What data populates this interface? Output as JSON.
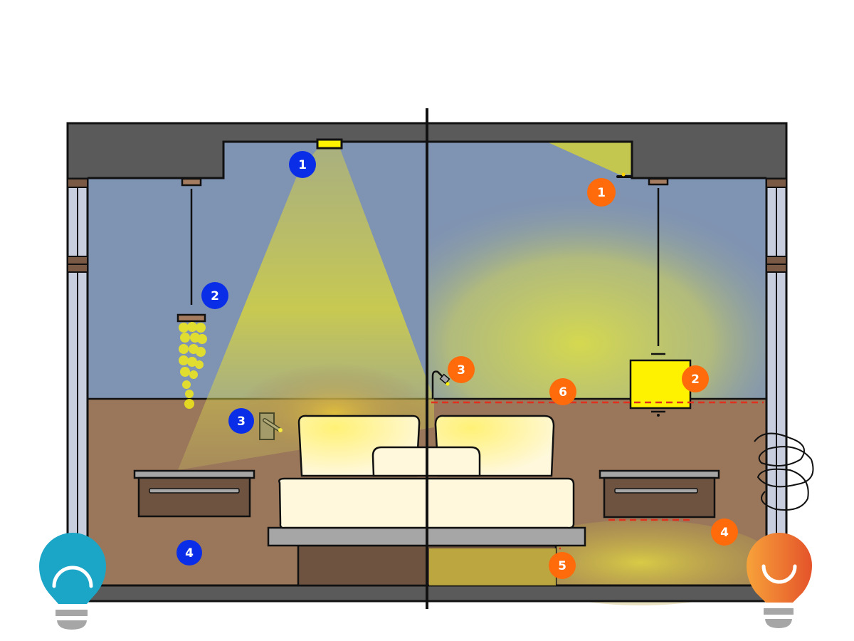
{
  "diagram": {
    "type": "bedroom lighting comparison section",
    "divider": "vertical line splitting room into left and right halves",
    "colors": {
      "ceiling": "#5a5a5a",
      "wall_upper": "#7f93b3",
      "wall_lower": "#9a775b",
      "floor": "#5a5a5a",
      "light_yellow": "#d8d63a",
      "fixture_yellow": "#fff200",
      "bedding": "#fff6cc",
      "bed_frame": "#a6a6a6",
      "bed_base": "#6e5340",
      "nightstand_top": "#a6a6a6",
      "nightstand_body": "#6e5340",
      "window_frame": "#c8cedd",
      "window_bracket": "#7a5a44",
      "strip_led": "#e0301e",
      "left_badge": "#0a2ee8",
      "right_badge": "#ff6a0a",
      "left_bulb": "#1ba6c8",
      "right_bulb_start": "#f7a23a",
      "right_bulb_end": "#e65a2a",
      "bulb_base": "#a6a6a6"
    },
    "left_side": {
      "bulb_icon": "sad-bulb-icon",
      "badges": [
        {
          "label": "1",
          "item": "ceiling downlight"
        },
        {
          "label": "2",
          "item": "pendant crystal chandelier"
        },
        {
          "label": "3",
          "item": "wall light switch"
        },
        {
          "label": "4",
          "item": "nightstand"
        }
      ]
    },
    "right_side": {
      "bulb_icon": "happy-bulb-icon",
      "badges": [
        {
          "label": "1",
          "item": "cove ceiling light"
        },
        {
          "label": "2",
          "item": "pendant lamp"
        },
        {
          "label": "3",
          "item": "reading lamp"
        },
        {
          "label": "4",
          "item": "under-nightstand strip"
        },
        {
          "label": "5",
          "item": "under-bed strip"
        },
        {
          "label": "6",
          "item": "wall strip"
        }
      ]
    }
  }
}
